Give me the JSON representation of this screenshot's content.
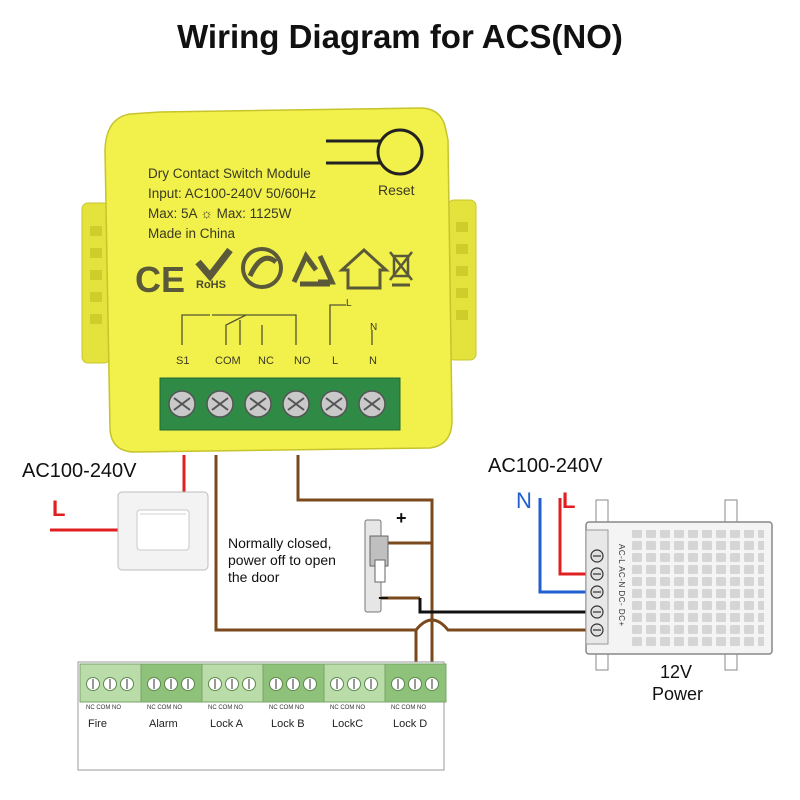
{
  "title": "Wiring Diagram for ACS(NO)",
  "module": {
    "lines": [
      "Dry Contact Switch Module",
      "Input:  AC100-240V 50/60Hz",
      "Max: 5A  ☼  Max: 1125W",
      "Made in China"
    ],
    "reset_label": "Reset",
    "rohs_label": "RoHS",
    "terminal_labels": [
      "S1",
      "COM",
      "NC",
      "NO",
      "L",
      "N"
    ],
    "top_label_l": "L",
    "top_label_n": "N",
    "color": "#f2f04a"
  },
  "switch_side": {
    "supply_label": "AC100-240V",
    "live_label": "L"
  },
  "lock": {
    "note_lines": [
      "Normally closed,",
      "power off to open",
      "the door"
    ],
    "plus": "+",
    "minus": "−"
  },
  "psu": {
    "supply_label": "AC100-240V",
    "n_label": "N",
    "l_label": "L",
    "terminal_labels": "AC-L  AC-N  DC-  DC+",
    "name_line1": "12V",
    "name_line2": "Power"
  },
  "controller": {
    "sub_labels": [
      "NC COM NO",
      "NC COM NO",
      "NC COM NO",
      "NC COM NO",
      "NC COM NO",
      "NC COM NO"
    ],
    "groups": [
      "Fire",
      "Alarm",
      "Lock A",
      "Lock B",
      "LockC",
      "Lock D"
    ],
    "color_light": "#b9dca9",
    "color_dark": "#8ec27a"
  },
  "wire_colors": {
    "live": "#e02020",
    "neutral": "#1f5fd0",
    "signal": "#7a4a1e",
    "dc_neg": "#111111"
  }
}
